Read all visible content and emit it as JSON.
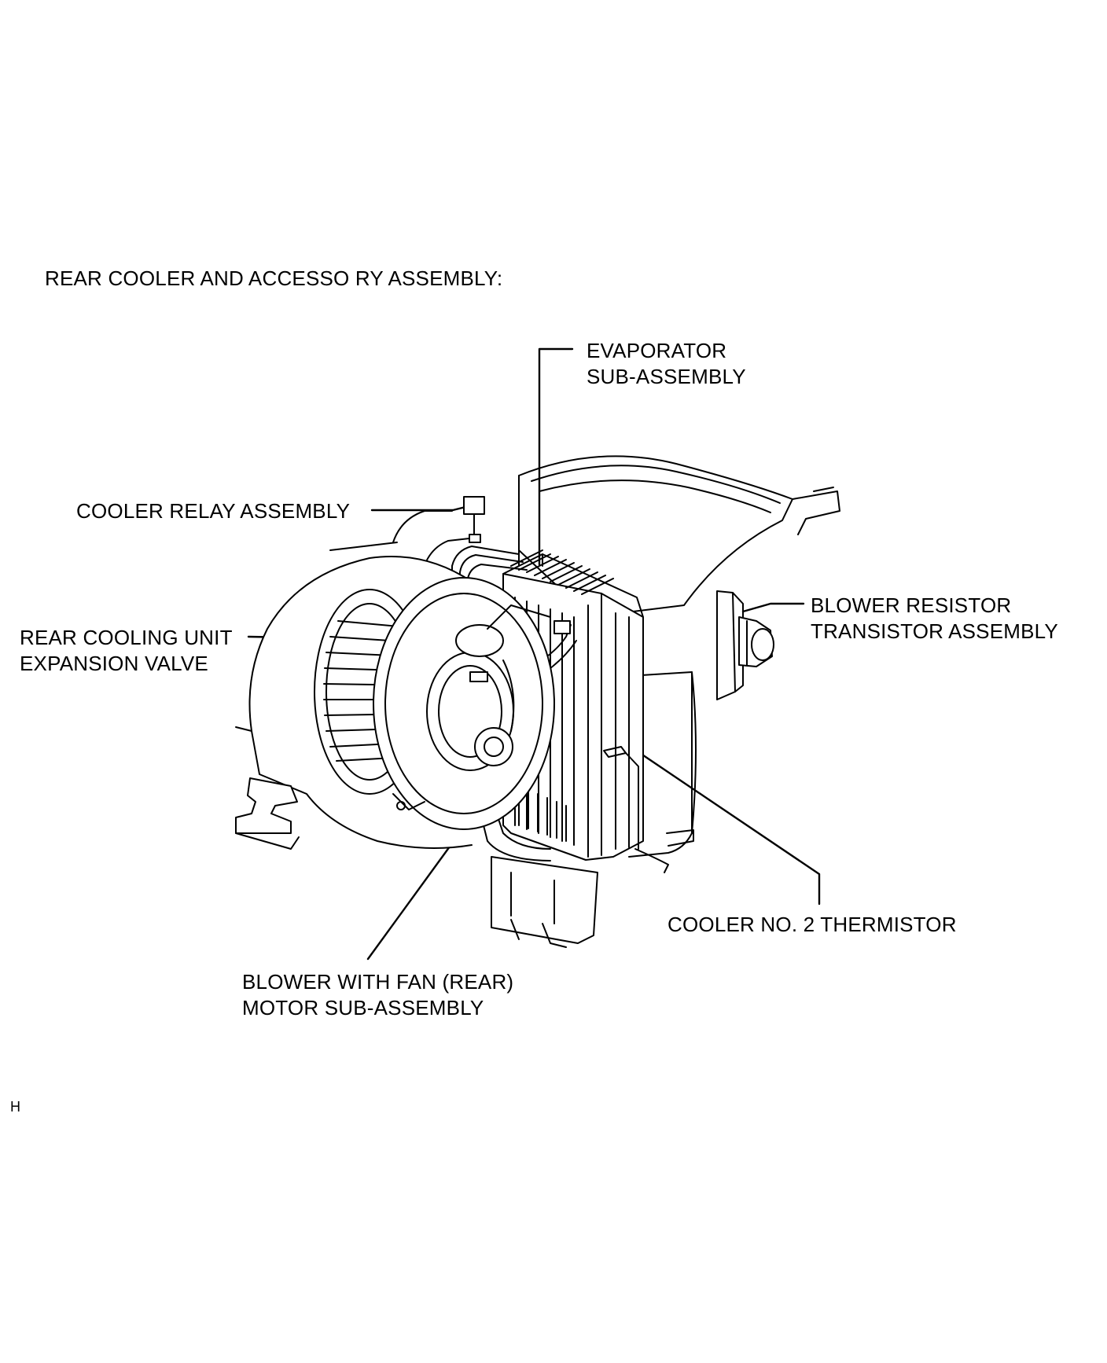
{
  "title": "REAR COOLER AND ACCESSO RY ASSEMBLY:",
  "labels": {
    "evaporator_line1": "EVAPORATOR",
    "evaporator_line2": "SUB-ASSEMBLY",
    "cooler_relay": "COOLER RELAY ASSEMBLY",
    "blower_resistor_line1": "BLOWER RESISTOR",
    "blower_resistor_line2": "TRANSISTOR ASSEMBLY",
    "expansion_valve_line1": "REAR COOLING UNIT",
    "expansion_valve_line2": "EXPANSION VALVE",
    "thermistor": "COOLER NO. 2 THERMISTOR",
    "blower_motor_line1": "BLOWER WITH FAN (REAR)",
    "blower_motor_line2": "MOTOR SUB-ASSEMBLY"
  },
  "corner_mark": "H",
  "icons": {
    "illustration": "rear-cooler-assembly-illustration"
  }
}
